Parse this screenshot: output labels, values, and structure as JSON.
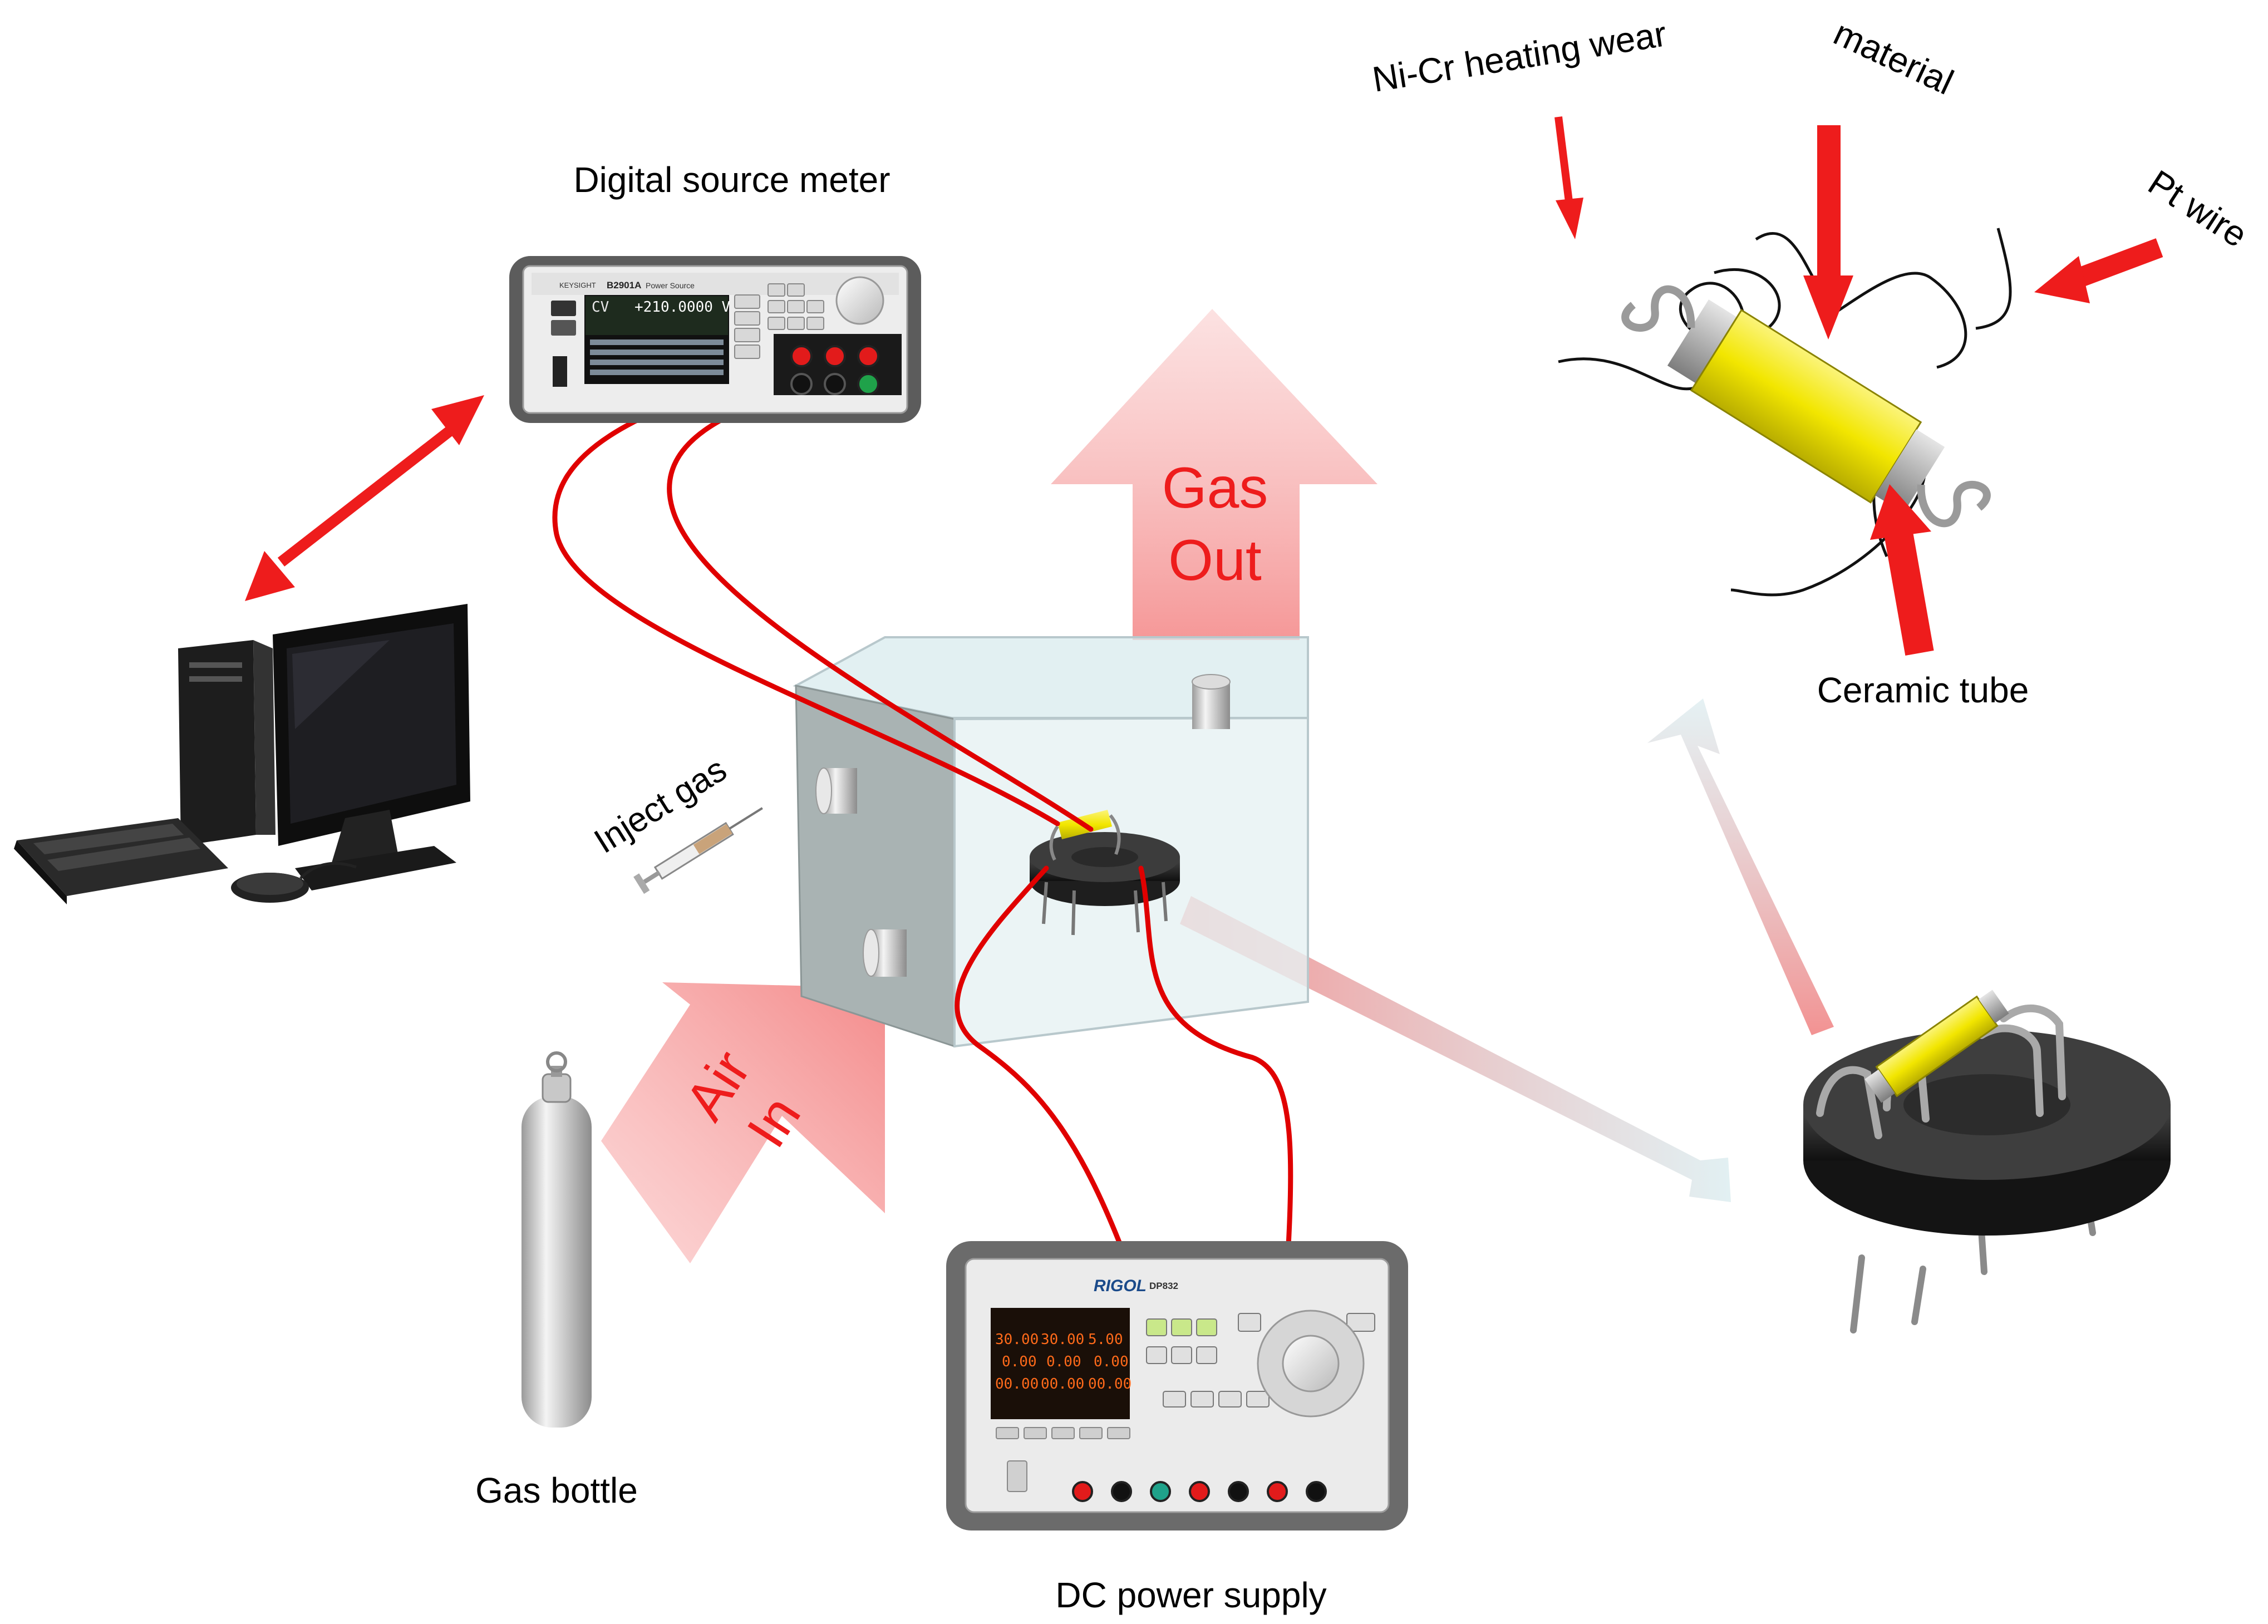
{
  "labels": {
    "source_meter": "Digital source meter",
    "nicr": "Ni-Cr heating wear",
    "material": "material",
    "pt_wire": "Pt wire",
    "ceramic_tube": "Ceramic tube",
    "inject_gas": "Inject gas",
    "gas_bottle": "Gas bottle",
    "dc_supply": "DC power supply"
  },
  "flow": {
    "gas_out_1": "Gas",
    "gas_out_2": "Out",
    "air_in_1": "Air",
    "air_in_2": "In"
  },
  "meter": {
    "brand": "KEYSIGHT",
    "model": "B2901A",
    "type": "Power Source",
    "mode": "CV",
    "reading": "+210.0000 V"
  },
  "supply": {
    "brand": "RIGOL",
    "model": "DP832",
    "readouts": [
      "30.00",
      "30.00",
      "5.00",
      "0.00",
      "0.00",
      "0.00",
      "00.00",
      "00.00",
      "00.00"
    ]
  },
  "colors": {
    "arrow_red": "#ee1c1c",
    "wire_red": "#e00000",
    "sensor_yellow": "#f2e600",
    "chamber_grey": "#a9b3b3"
  }
}
